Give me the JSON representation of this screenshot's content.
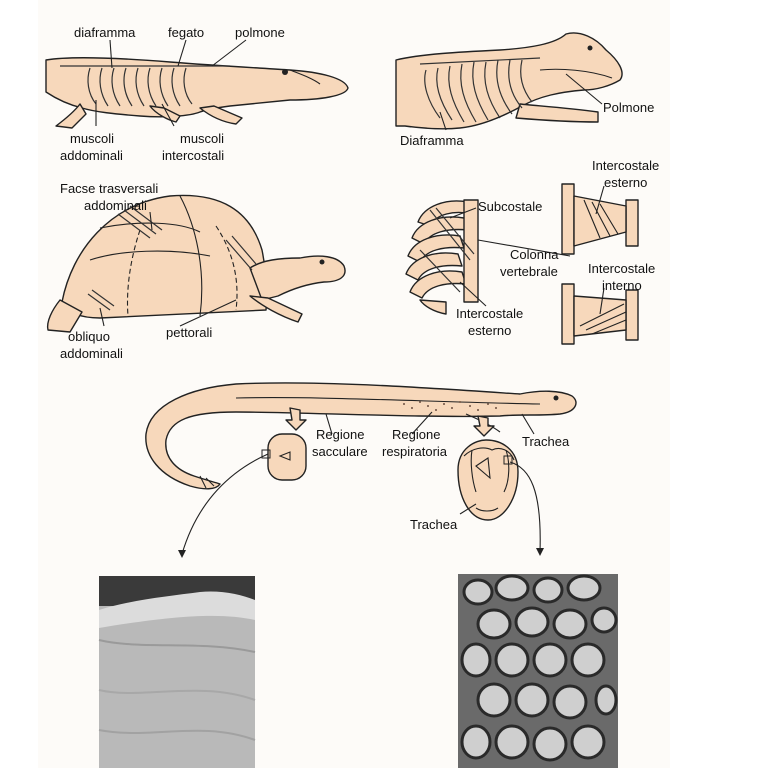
{
  "labels": {
    "crocodile": {
      "diaphragm": "diaframma",
      "liver": "fegato",
      "lung": "polmone",
      "abdominal_muscles": [
        "muscoli",
        "addominali"
      ],
      "intercostal_muscles": [
        "muscoli",
        "intercostali"
      ]
    },
    "mammal": {
      "lung": "Polmone",
      "diaphragm": "Diaframma"
    },
    "turtle": {
      "transverse_fascia": [
        "Facse trasversali",
        "addominali"
      ],
      "oblique": [
        "obliquo",
        "addominali"
      ],
      "pectoral": "pettorali"
    },
    "ribcage": {
      "subcostal": "Subcostale",
      "external_intercostal_top": [
        "Intercostale",
        "esterno"
      ],
      "spine": [
        "Colonna",
        "vertebrale"
      ],
      "internal_intercostal": [
        "Intercostale",
        "interno"
      ],
      "external_intercostal_bottom": [
        "Intercostale",
        "esterno"
      ]
    },
    "snake": {
      "saccular_region": [
        "Regione",
        "sacculare"
      ],
      "respiratory_region": [
        "Regione",
        "respiratoria"
      ],
      "trachea_right": "Trachea",
      "trachea_bottom": "Trachea"
    }
  },
  "colors": {
    "skin": "#f7d8bb",
    "outline": "#222222",
    "photo_left": "#b9b9b9",
    "photo_right": "#5e5e5e"
  }
}
